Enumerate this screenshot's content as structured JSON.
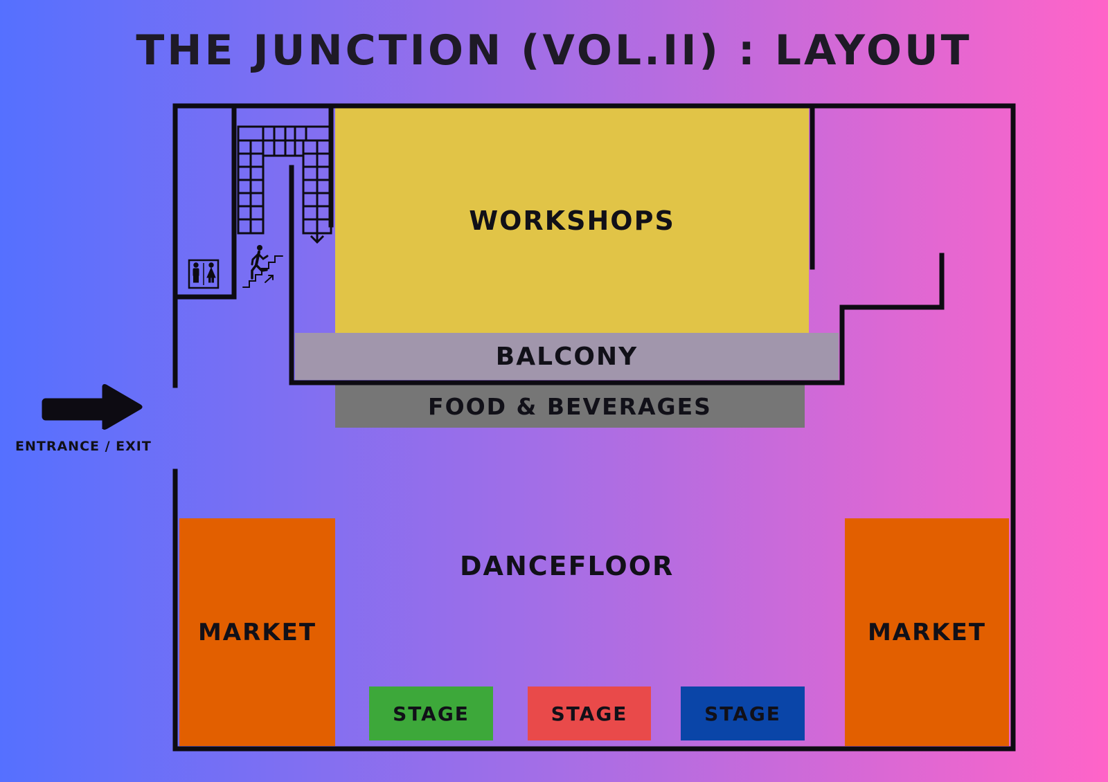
{
  "title": "THE JUNCTION (VOL.II)  :  LAYOUT",
  "colors": {
    "gradient_left": "#5570ff",
    "gradient_mid": "#a56ee6",
    "gradient_right": "#ff64c8",
    "workshops": "#e1c447",
    "balcony": "#a196ac",
    "food": "#767676",
    "market": "#e25f00",
    "stage_green": "#3da83a",
    "stage_red": "#e94a4a",
    "stage_blue": "#0a45a8",
    "walls": "#0d0b12"
  },
  "zones": {
    "workshops": "WORKSHOPS",
    "balcony": "BALCONY",
    "food": "FOOD & BEVERAGES",
    "dancefloor": "DANCEFLOOR",
    "market_left": "MARKET",
    "market_right": "MARKET",
    "stages": [
      "STAGE",
      "STAGE",
      "STAGE"
    ]
  },
  "entrance": {
    "label": "ENTRANCE / EXIT",
    "icon": "right-arrow-icon"
  },
  "icons": {
    "toilets": "restroom-icon",
    "stairs": "stairs-up-icon"
  }
}
